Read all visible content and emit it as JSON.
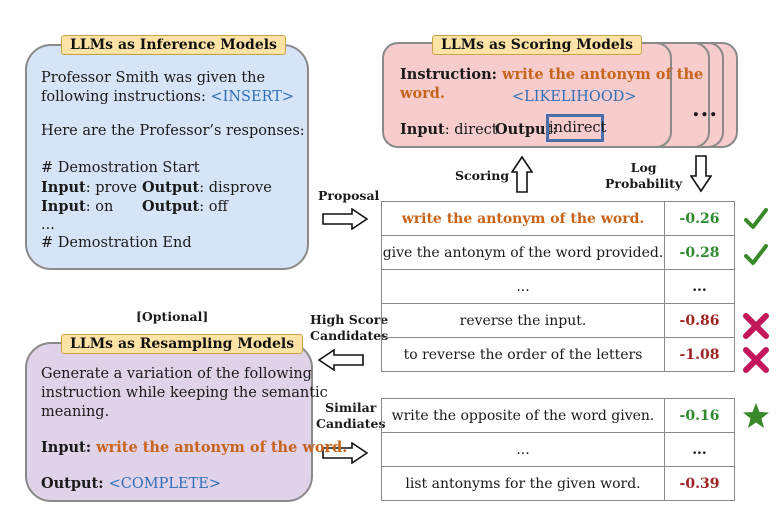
{
  "inference": {
    "title": "LLMs as Inference Models",
    "line1": "Professor Smith was given the",
    "line2a": "following instructions: ",
    "line2b": "<INSERT>",
    "line3": "Here are the Professor’s responses:",
    "demo_start": "# Demostration Start",
    "in_label": "Input",
    "out_label": "Output",
    "ex1_in": ": prove",
    "ex1_out": ": disprove",
    "ex2_in": ": on",
    "ex2_out": ": off",
    "ellipsis": "...",
    "demo_end": "# Demostration End"
  },
  "scoring": {
    "title": "LLMs as Scoring Models",
    "instr_label": "Instruction: ",
    "instr_text_1": "write the antonym of the",
    "instr_text_2": "word.",
    "likelihood": "<LIKELIHOOD>",
    "input_label": "Input",
    "input_value": ": direct",
    "output_label": "Output",
    "output_value": "indirect",
    "more": "..."
  },
  "labels": {
    "scoring": "Scoring",
    "log_prob_1": "Log",
    "log_prob_2": "Probability",
    "proposal": "Proposal",
    "optional": "[Optional]",
    "high_score_1": "High Score",
    "high_score_2": "Candidates",
    "similar_1": "Similar",
    "similar_2": "Candiates"
  },
  "resampling": {
    "title": "LLMs as Resampling Models",
    "line1": "Generate a variation of the following",
    "line2": "instruction while keeping the semantic",
    "line3": "meaning.",
    "input_label": "Input",
    "input_text": "write the antonym of the word.",
    "output_label": "Output",
    "output_text": "<COMPLETE>"
  },
  "table1": [
    {
      "text": "write the antonym of the word.",
      "score": "-0.26"
    },
    {
      "text": "give the antonym of the word provided.",
      "score": "-0.28"
    },
    {
      "text": "...",
      "score": "..."
    },
    {
      "text": "reverse the input.",
      "score": "-0.86"
    },
    {
      "text": "to reverse the order of the letters",
      "score": "-1.08"
    }
  ],
  "table2": [
    {
      "text": "write the opposite of the word given.",
      "score": "-0.16"
    },
    {
      "text": "...",
      "score": "..."
    },
    {
      "text": "list antonyms for the given word.",
      "score": "-0.39"
    }
  ],
  "colors": {
    "inference_bg": "#d6e4f7",
    "scoring_bg": "#f6cccc",
    "resampling_bg": "#e0d2e8",
    "tag_bg": "#fde3a5",
    "orange": "#c8641a",
    "blue": "#2f6fb8",
    "green": "#2f8a2f",
    "red": "#9e2323",
    "cross": "#c2185b"
  },
  "icons": [
    "check-icon",
    "cross-icon",
    "star-icon",
    "arrow-icon"
  ]
}
